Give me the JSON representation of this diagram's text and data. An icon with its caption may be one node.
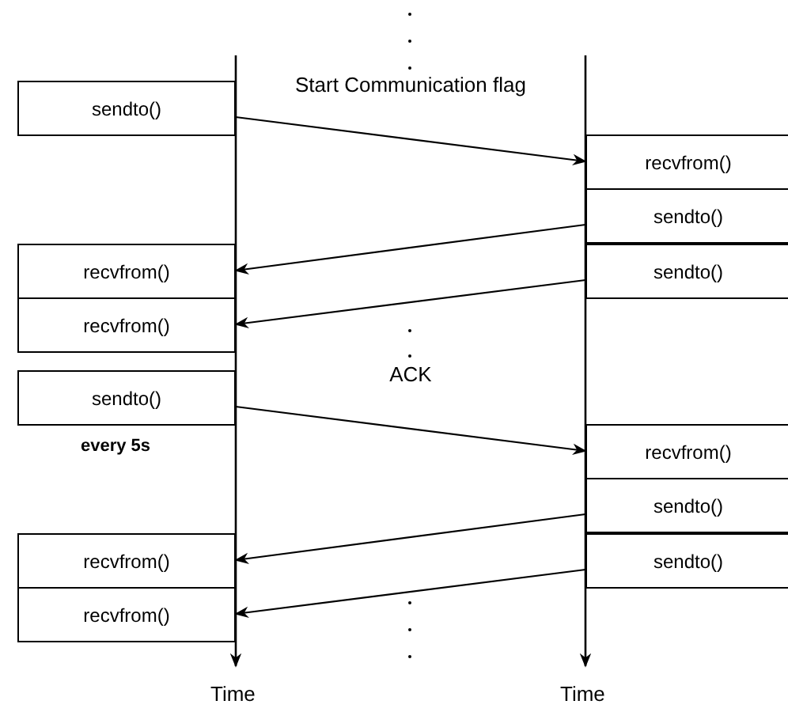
{
  "diagram": {
    "nodes": [
      {
        "text": [
          "sendto()"
        ]
      },
      {
        "text": [
          "recvfrom()"
        ]
      },
      {
        "text": [
          "sendto()"
        ]
      },
      {
        "text": [
          "recvfrom()"
        ]
      },
      {
        "text": [
          "sendto()"
        ]
      },
      {
        "text": [
          "recvfrom()"
        ]
      },
      {
        "text": [
          "sendto()"
        ],
        "beside": [
          "every 5s"
        ]
      },
      {
        "text": [
          "recvfrom()"
        ]
      },
      {
        "text": [
          "sendto()"
        ]
      },
      {
        "text": [
          "recvfrom()"
        ]
      },
      {
        "text": [
          "sendto()"
        ]
      },
      {
        "text": [
          "recvfrom()"
        ]
      }
    ],
    "edges": [
      {
        "from": 0,
        "to": 1,
        "arrow": "to",
        "label": "Start Communication flag"
      },
      {
        "from": 2,
        "to": 3,
        "arrow": "to"
      },
      {
        "from": 4,
        "to": 5,
        "arrow": "to"
      },
      {
        "from": 6,
        "to": 7,
        "arrow": "to",
        "label": "ACK"
      },
      {
        "from": 8,
        "to": 9,
        "arrow": "to"
      },
      {
        "from": 10,
        "to": 11,
        "arrow": "to"
      }
    ],
    "labels": [
      "Time",
      "Time"
    ]
  }
}
